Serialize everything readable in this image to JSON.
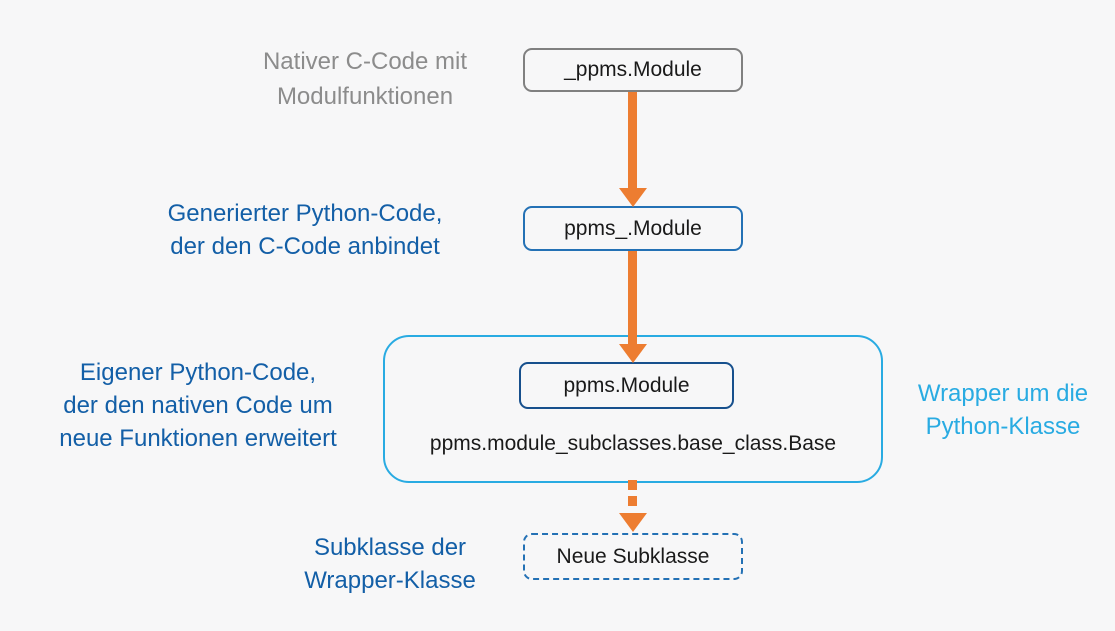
{
  "colors": {
    "background": "#F7F7F8",
    "arrow_orange": "#ED7D31",
    "gray_text": "#8C8C8C",
    "gray_border": "#808080",
    "dark_blue_text": "#135FA7",
    "blue_border": "#2471B5",
    "navy_border": "#17508D",
    "light_blue": "#29ABE2",
    "node_text": "#1A1A1A"
  },
  "labels": {
    "native_c": "Nativer C-Code mit\nModulfunktionen",
    "generated_python": "Generierter Python-Code,\nder den C-Code anbindet",
    "own_python": "Eigener Python-Code,\nder den nativen Code um\nneue Funktionen erweitert",
    "wrapper": "Wrapper um die\nPython-Klasse",
    "subclass": "Subklasse der\nWrapper-Klasse"
  },
  "nodes": {
    "native_module": "_ppms.Module",
    "generated_module": "ppms_.Module",
    "wrapper_module": "ppms.Module",
    "wrapper_base_class": "ppms.module_subclasses.base_class.Base",
    "new_subclass": "Neue Subklasse"
  }
}
